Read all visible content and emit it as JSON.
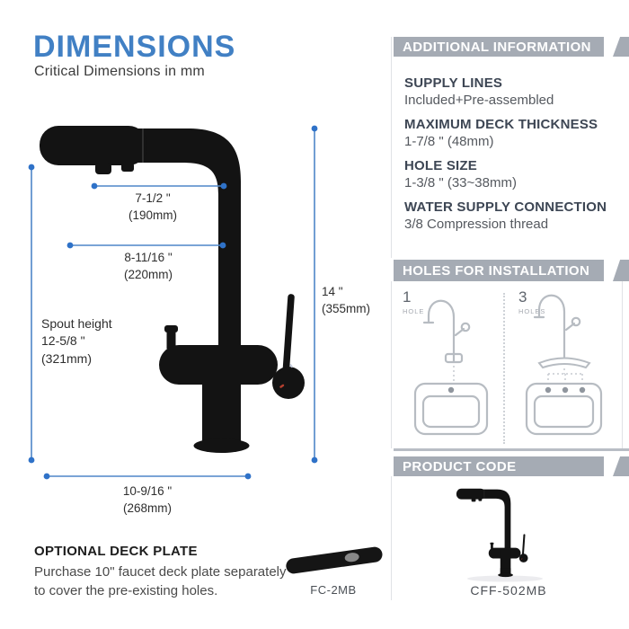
{
  "page": {
    "title": "DIMENSIONS",
    "subtitle": "Critical Dimensions in mm"
  },
  "dimensions": {
    "reach_top": {
      "in": "7-1/2 \"",
      "mm": "(190mm)"
    },
    "reach_mid": {
      "in": "8-11/16 \"",
      "mm": "(220mm)"
    },
    "overall_height": {
      "in": "14 \"",
      "mm": "(355mm)"
    },
    "spout_height": {
      "label": "Spout height",
      "in": "12-5/8 \"",
      "mm": "(321mm)"
    },
    "base_width": {
      "in": "10-9/16 \"",
      "mm": "(268mm)"
    }
  },
  "deck_plate": {
    "heading": "OPTIONAL DECK PLATE",
    "body_line1": "Purchase 10\" faucet deck plate separately",
    "body_line2": "to cover the pre-existing holes.",
    "code": "FC-2MB"
  },
  "additional_info": {
    "header": "ADDITIONAL INFORMATION",
    "items": [
      {
        "label": "SUPPLY LINES",
        "value": "Included+Pre-assembled"
      },
      {
        "label": "MAXIMUM DECK THICKNESS",
        "value": "1-7/8 \" (48mm)"
      },
      {
        "label": "HOLE SIZE",
        "value": "1-3/8 \" (33~38mm)"
      },
      {
        "label": "WATER SUPPLY CONNECTION",
        "value": "3/8 Compression thread"
      }
    ]
  },
  "holes": {
    "header": "HOLES FOR INSTALLATION",
    "option1": {
      "number": "1",
      "label": "HOLE"
    },
    "option2": {
      "number": "3",
      "label": "HOLES"
    }
  },
  "product": {
    "header": "PRODUCT CODE",
    "code": "CFF-502MB"
  },
  "colors": {
    "accent_blue": "#4180C4",
    "dimension_line": "#4E86C8",
    "dimension_dot": "#2F72C8",
    "header_bar": "#A5ABB4",
    "heading_text": "#3D4654",
    "faucet_black": "#131313"
  }
}
